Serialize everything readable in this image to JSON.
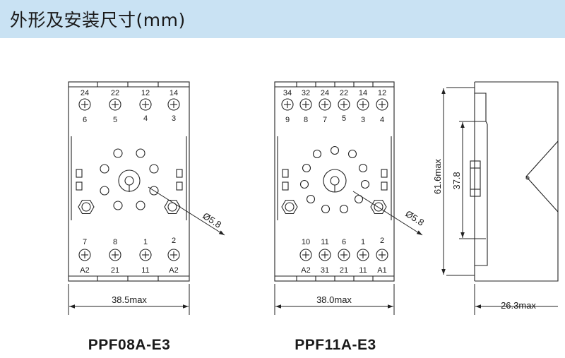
{
  "header": {
    "title": "外形及安装尺寸(mm)",
    "background_color": "#c9e2f3"
  },
  "left_socket": {
    "model": "PPF08A-E3",
    "top_labels": [
      {
        "top": "24",
        "bottom": "6"
      },
      {
        "top": "22",
        "bottom": "5"
      },
      {
        "top": "12",
        "bottom": "4"
      },
      {
        "top": "14",
        "bottom": "3"
      }
    ],
    "bottom_labels": [
      {
        "top": "7",
        "bottom": "A2"
      },
      {
        "top": "8",
        "bottom": "21"
      },
      {
        "top": "1",
        "bottom": "11"
      },
      {
        "top": "2",
        "bottom": "A2"
      }
    ],
    "hole_dim": "Ø5.8",
    "width_dim": "38.5max"
  },
  "right_socket": {
    "model": "PPF11A-E3",
    "top_labels": [
      {
        "top": "34",
        "bottom": "9"
      },
      {
        "top": "32",
        "bottom": "8"
      },
      {
        "top": "24",
        "bottom": "7"
      },
      {
        "top": "22",
        "bottom": "5"
      },
      {
        "top": "14",
        "bottom": "3"
      },
      {
        "top": "12",
        "bottom": "4"
      }
    ],
    "bottom_labels": [
      {
        "top": "10",
        "bottom": "A2"
      },
      {
        "top": "11",
        "bottom": "31"
      },
      {
        "top": "6",
        "bottom": "21"
      },
      {
        "top": "1",
        "bottom": "11"
      },
      {
        "top": "2",
        "bottom": "A1"
      }
    ],
    "hole_dim": "Ø5.8",
    "width_dim": "38.0max"
  },
  "side_view": {
    "height_dim": "61.6max",
    "rail_dim": "37.8",
    "depth_dim": "26.3max"
  }
}
